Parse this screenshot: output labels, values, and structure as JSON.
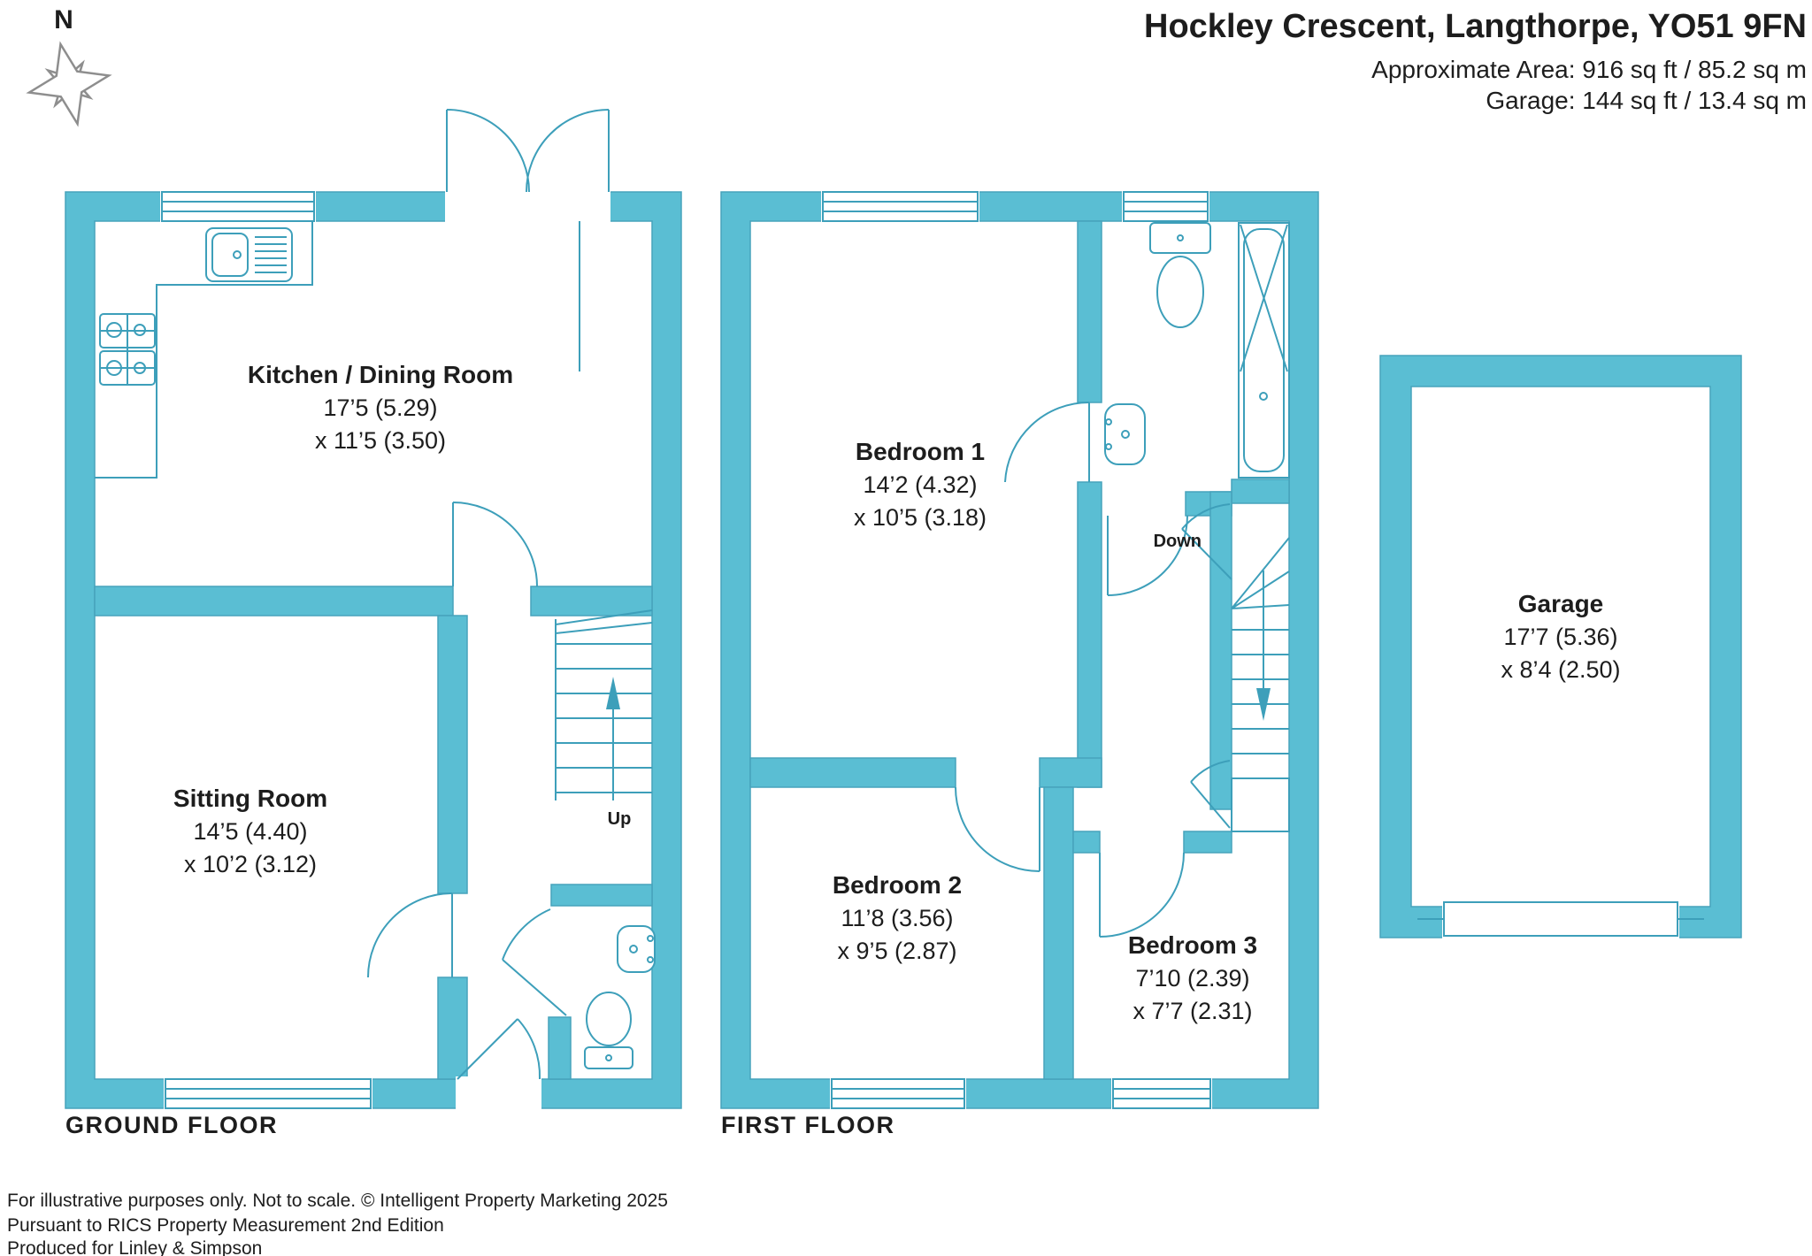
{
  "header": {
    "title": "Hockley Crescent, Langthorpe, YO51 9FN",
    "area_line": "Approximate Area: 916 sq ft / 85.2 sq m",
    "garage_line": "Garage: 144 sq ft / 13.4 sq m"
  },
  "compass": {
    "north_label": "N"
  },
  "ground": {
    "label": "GROUND FLOOR",
    "stairs_label": "Up",
    "kitchen": {
      "name": "Kitchen / Dining Room",
      "dim1": "17’5 (5.29)",
      "dim2": "x 11’5 (3.50)"
    },
    "sitting": {
      "name": "Sitting Room",
      "dim1": "14’5 (4.40)",
      "dim2": "x 10’2 (3.12)"
    }
  },
  "first": {
    "label": "FIRST FLOOR",
    "stairs_label": "Down",
    "bedroom1": {
      "name": "Bedroom 1",
      "dim1": "14’2 (4.32)",
      "dim2": "x 10’5 (3.18)"
    },
    "bedroom2": {
      "name": "Bedroom 2",
      "dim1": "11’8 (3.56)",
      "dim2": "x 9’5 (2.87)"
    },
    "bedroom3": {
      "name": "Bedroom 3",
      "dim1": "7’10 (2.39)",
      "dim2": "x 7’7 (2.31)"
    }
  },
  "garage": {
    "name": "Garage",
    "dim1": "17’7 (5.36)",
    "dim2": "x 8’4 (2.50)"
  },
  "footer": {
    "line1": "For illustrative purposes only. Not to scale. © Intelligent Property Marketing 2025",
    "line2": "Pursuant to RICS Property Measurement 2nd Edition",
    "line3": "Produced for Linley & Simpson"
  },
  "colors": {
    "wall": "#5abed3",
    "wall_edge": "#47a3bc",
    "line": "#3d9fba",
    "ink": "#1d1d1d",
    "compass": "#8e8e8e"
  }
}
